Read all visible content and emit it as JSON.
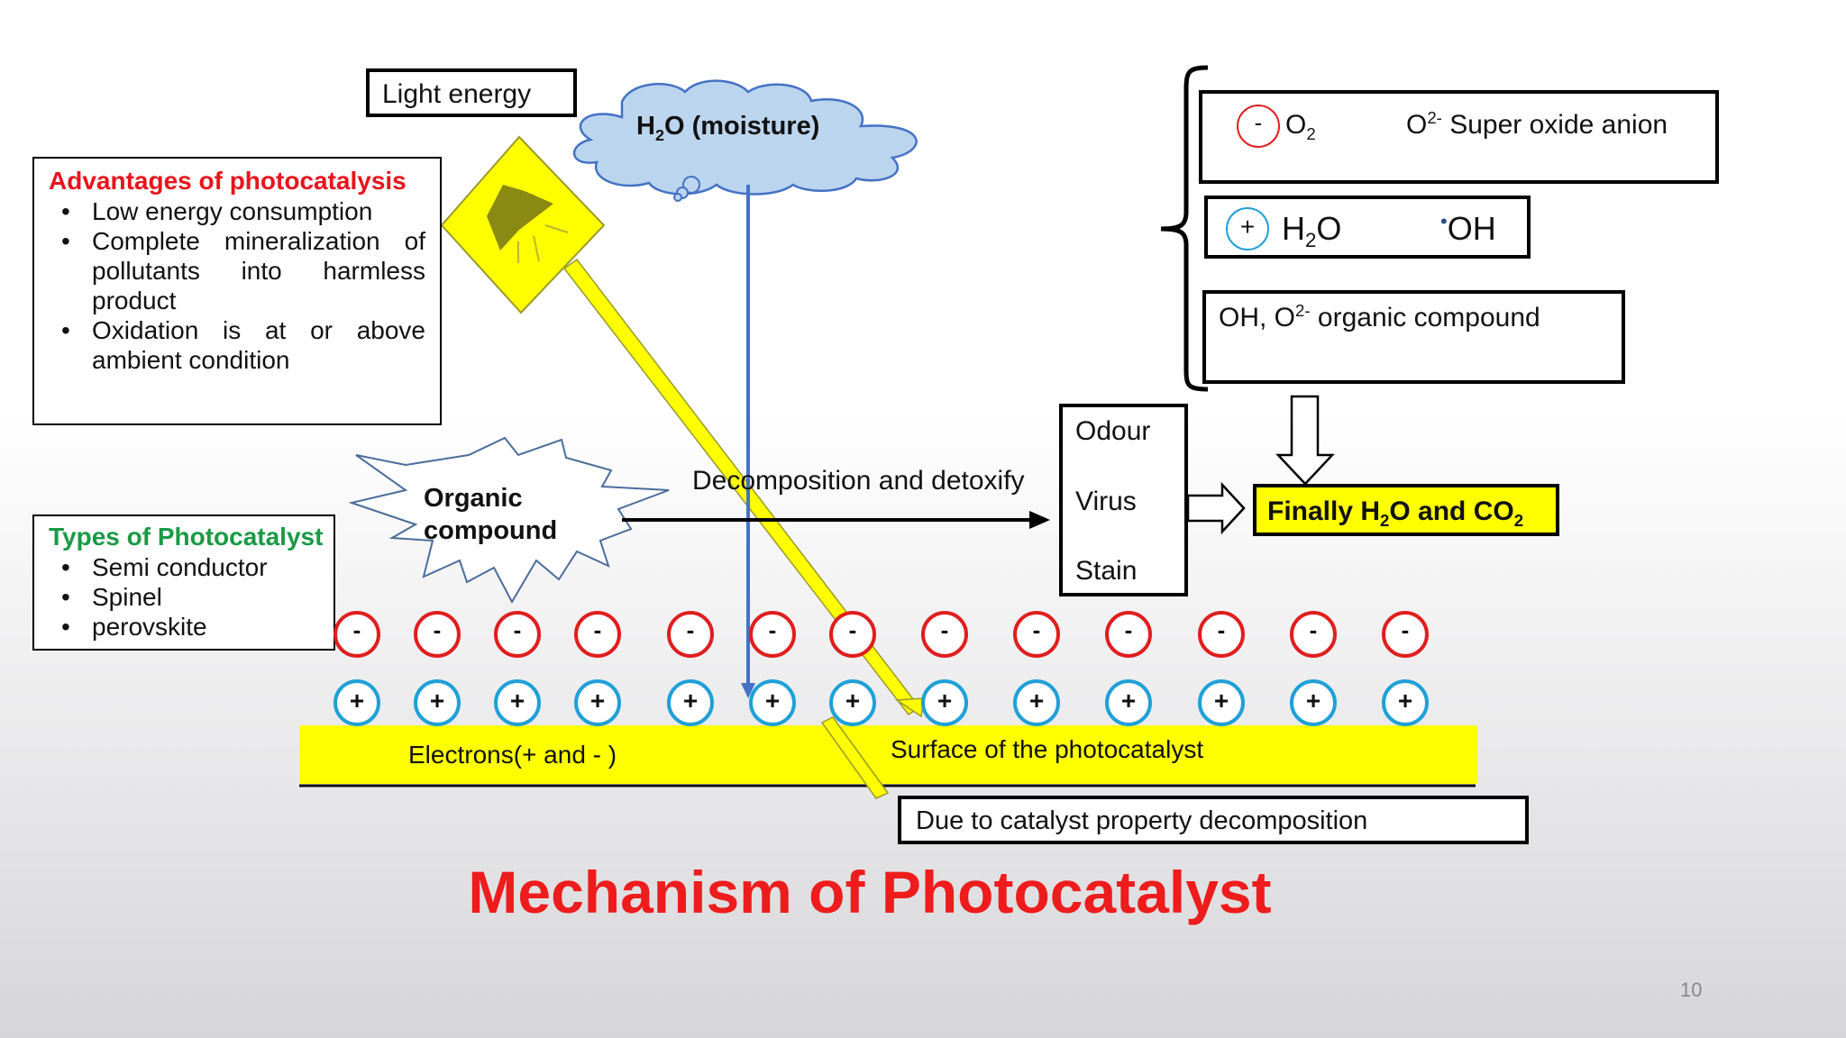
{
  "light_energy": "Light energy",
  "moisture": {
    "pre": "H",
    "sub": "2",
    "post": "O (moisture)"
  },
  "advantages": {
    "title": "Advantages of photocatalysis",
    "items": [
      "Low energy consumption",
      "Complete mineralization of pollutants into harmless product",
      "Oxidation is at or above ambient condition"
    ]
  },
  "types": {
    "title": "Types of Photocatalyst",
    "items": [
      "Semi conductor",
      "Spinel",
      "perovskite"
    ]
  },
  "organic": {
    "line1": "Organic",
    "line2": "compound"
  },
  "decomposition_label": "Decomposition and detoxify",
  "targets": [
    "Odour",
    "Virus",
    "Stain"
  ],
  "reactions": {
    "r1": {
      "sign": "-",
      "reactant_pre": "O",
      "reactant_sub": "2",
      "product_pre": "O",
      "product_sup": "2-",
      "product_post": " Super oxide anion"
    },
    "r2": {
      "sign": "+",
      "reactant_pre": "H",
      "reactant_sub": "2",
      "reactant_post": "O",
      "product_dot": "•",
      "product_post": "OH"
    },
    "r3": {
      "pre": "OH, O",
      "sup": "2-",
      "post": " organic compound"
    }
  },
  "final": {
    "pre": "Finally H",
    "sub1": "2",
    "mid": "O and CO",
    "sub2": "2"
  },
  "charges": {
    "negative": "-",
    "positive": "+",
    "count": 13
  },
  "surface_left": "Electrons(+ and - )",
  "surface_right": "Surface of the photocatalyst",
  "catalyst_property": "Due to catalyst property decomposition",
  "title": "Mechanism of Photocatalyst",
  "page_number": "10",
  "colors": {
    "title_red": "#ee1c1c",
    "adv_title_red": "#e8141c",
    "types_green": "#1a9a46",
    "yellow": "#ffff00",
    "cloud_blue": "#bcd5ee",
    "water_line_blue": "#4472c4",
    "negative_red": "#e01e1e",
    "positive_blue": "#1fa0d8"
  }
}
